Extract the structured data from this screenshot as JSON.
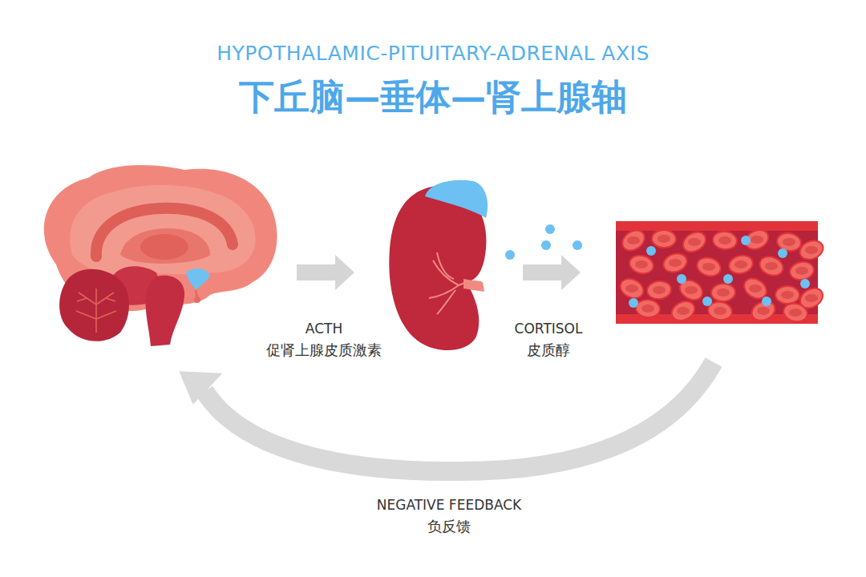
{
  "diagram": {
    "title": "HYPOTHALAMIC-PITUITARY-ADRENAL AXIS",
    "labels": [
      "下丘脑—垂体—肾上腺轴",
      "ACTH",
      "促肾上腺皮质激素",
      "CORTISOL",
      "皮质醇",
      "NEGATIVE FEEDBACK",
      "负反馈"
    ]
  }
}
